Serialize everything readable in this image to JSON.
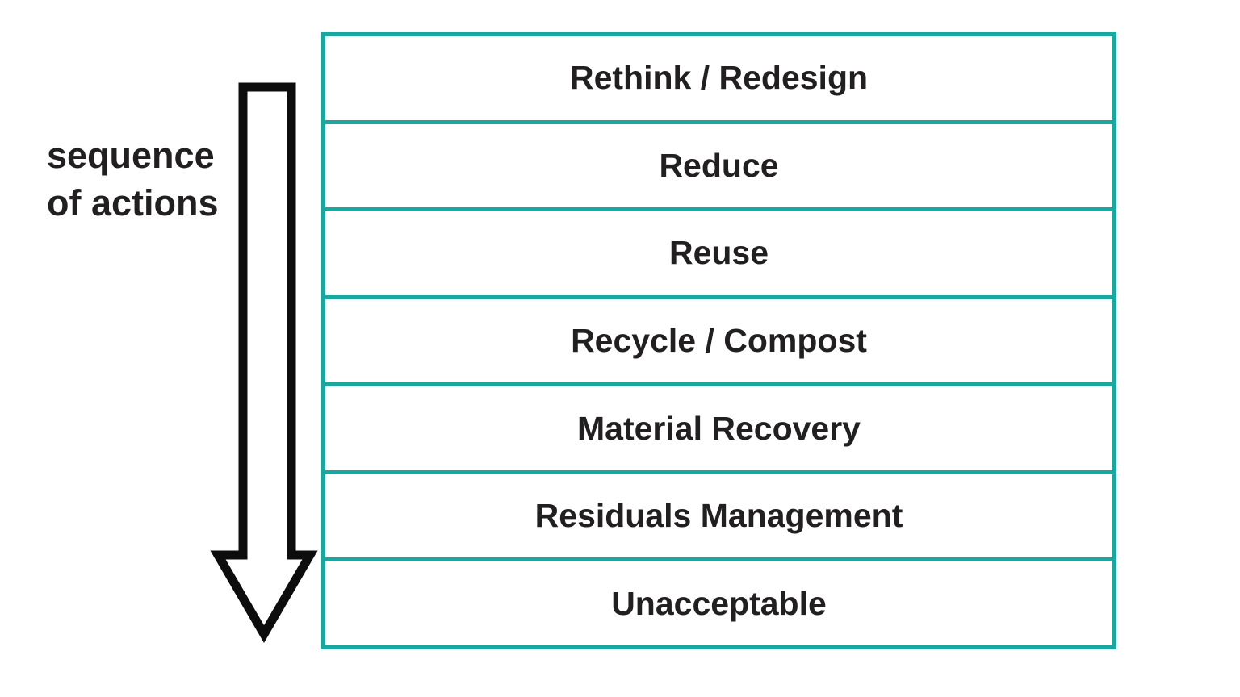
{
  "diagram": {
    "side_label": {
      "line1": "sequence",
      "line2": "of actions"
    },
    "arrow": {
      "name": "down-arrow-icon",
      "direction": "down"
    },
    "rows": [
      {
        "label": "Rethink / Redesign"
      },
      {
        "label": "Reduce"
      },
      {
        "label": "Reuse"
      },
      {
        "label": "Recycle / Compost"
      },
      {
        "label": "Material Recovery"
      },
      {
        "label": "Residuals Management"
      },
      {
        "label": "Unacceptable"
      }
    ],
    "colors": {
      "accent": "#1AA7A0",
      "text": "#221F20",
      "background": "#FFFFFF",
      "arrow_outline": "#0D0D0D"
    }
  }
}
